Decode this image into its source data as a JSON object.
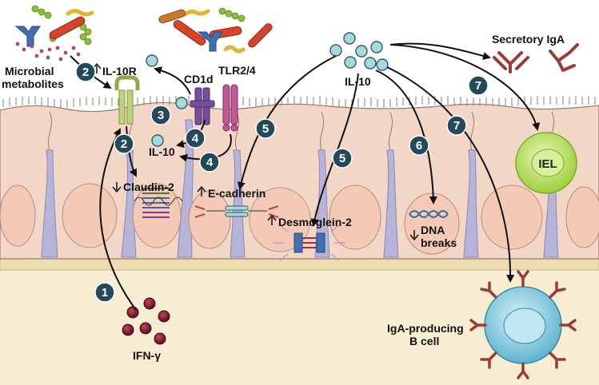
{
  "labels": {
    "microbial_metabolites": [
      "Microbial",
      "metabolites"
    ],
    "il10r": "IL-10R",
    "cd1d": "CD1d",
    "tlr": "TLR2/4",
    "il10_local": "IL-10",
    "il10_main": "IL-10",
    "claudin": "Claudin-2",
    "ecadherin": "E-cadherin",
    "desmoglein": "Desmoglein-2",
    "dna_breaks": [
      "DNA",
      "breaks"
    ],
    "secretory_iga": "Secretory IgA",
    "iel": "IEL",
    "b_cell": [
      "IgA-producing",
      "B cell"
    ],
    "ifn": "IFN-γ"
  },
  "badges": {
    "b1": "1",
    "b2a": "2",
    "b2b": "2",
    "b3": "3",
    "b4a": "4",
    "b4b": "4",
    "b5a": "5",
    "b5b": "5",
    "b6": "6",
    "b7a": "7",
    "b7b": "7"
  },
  "colors": {
    "epithelium": "#f2d6c6",
    "epithelium_stroke": "#9a7a6c",
    "nucleus": "#f4c9b6",
    "junction_violet": "#b6b4d8",
    "basement": "#ecdcb0",
    "lamina": "#f7edd3",
    "il10_particle": "#a8d8de",
    "badge": "#224a5a",
    "ifn": "#7a1428",
    "iga": "#9a3b36",
    "iel": "#b9e25a",
    "b_cell": "#7ccbe0",
    "cd1d": "#7a4d9c",
    "tlr": "#b04a86",
    "il10r": "#bdd27a"
  }
}
